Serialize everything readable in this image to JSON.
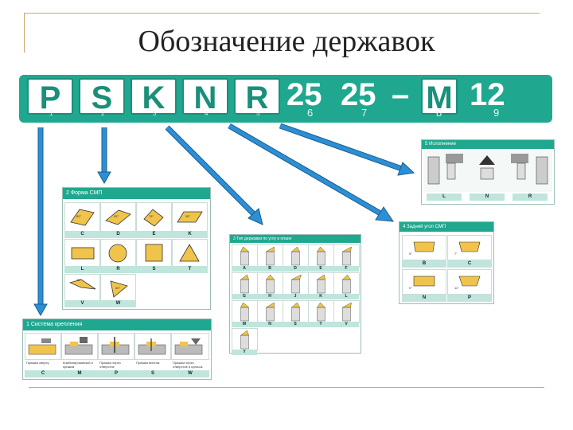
{
  "title": "Обозначение державок",
  "code": {
    "letters": [
      "P",
      "S",
      "K",
      "N",
      "R"
    ],
    "letter_indices": [
      "1",
      "2",
      "3",
      "4",
      "5"
    ],
    "size_a": "25",
    "size_b": "25",
    "dash": "–",
    "length_letter": "M",
    "edge": "12",
    "size_indices": [
      "6",
      "7",
      "8",
      "9"
    ]
  },
  "panels": {
    "forma": {
      "title": "2 Форма СМП",
      "labels": [
        "C",
        "D",
        "E",
        "K",
        "L",
        "R",
        "S",
        "T",
        "V",
        "W"
      ],
      "angles": [
        "80°",
        "55°",
        "75°",
        "55°",
        "35°",
        "80°"
      ]
    },
    "sistema": {
      "title": "1 Система крепления",
      "labels": [
        "C",
        "M",
        "P",
        "S",
        "W"
      ],
      "captions": [
        "Прижим сверху",
        "Комбинированный и прижим",
        "Прижим через отверстие",
        "Прижим винтом",
        "Прижим через отверстие и кулачок"
      ]
    },
    "tip": {
      "title": "3 Тип державки по углу в плане",
      "labels": [
        "A",
        "B",
        "D",
        "E",
        "F",
        "G",
        "H",
        "J",
        "K",
        "L",
        "M",
        "N",
        "S",
        "T",
        "V",
        "Y"
      ]
    },
    "ispolnenie": {
      "title": "5 Исполнение",
      "labels": [
        "L",
        "N",
        "R"
      ]
    },
    "zadniy": {
      "title": "4 Задний угол СМП",
      "labels": [
        "B",
        "C",
        "N",
        "P"
      ],
      "angles": [
        "5°",
        "7°",
        "0°",
        "11°"
      ]
    }
  },
  "colors": {
    "brand_teal": "#1fa88f",
    "arrow_blue": "#2c8fd6",
    "frame_gold": "#c9a86a",
    "insert_yellow": "#f0c44a"
  },
  "icons": [
    "down-arrow-icon",
    "diagonal-arrow-icon"
  ]
}
